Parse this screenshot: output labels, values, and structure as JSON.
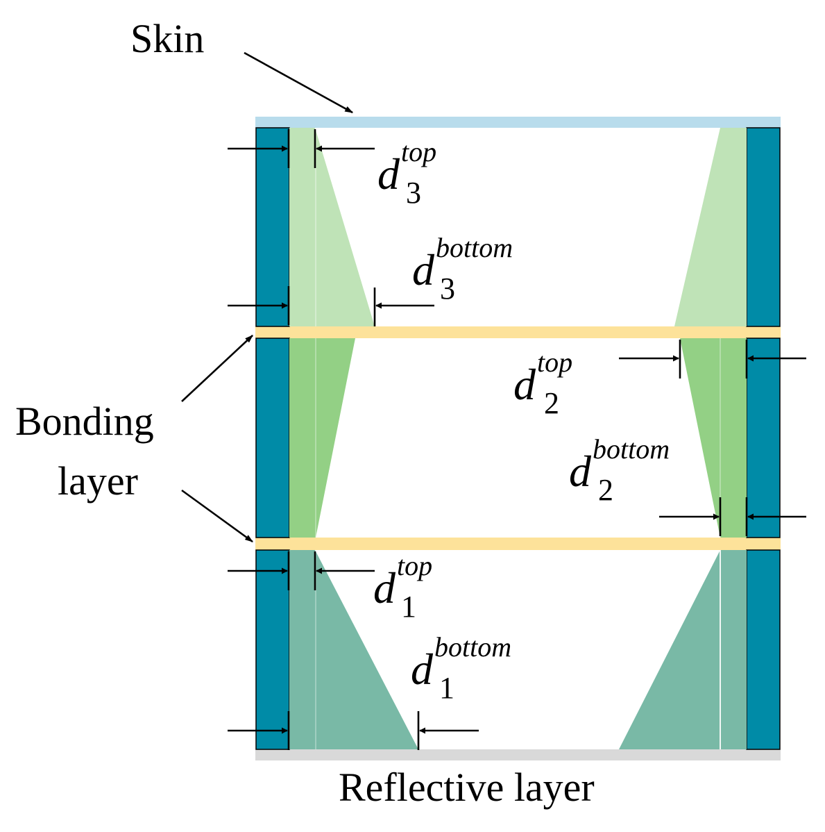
{
  "labels": {
    "skin": "Skin",
    "bonding_line1": "Bonding",
    "bonding_line2": "layer",
    "reflective": "Reflective layer"
  },
  "dimensions": {
    "d3_top": {
      "base": "d",
      "sup": "top",
      "sub": "3"
    },
    "d3_bottom": {
      "base": "d",
      "sup": "bottom",
      "sub": "3"
    },
    "d2_top": {
      "base": "d",
      "sup": "top",
      "sub": "2"
    },
    "d2_bottom": {
      "base": "d",
      "sup": "bottom",
      "sub": "2"
    },
    "d1_top": {
      "base": "d",
      "sup": "top",
      "sub": "1"
    },
    "d1_bottom": {
      "base": "d",
      "sup": "bottom",
      "sub": "1"
    }
  },
  "colors": {
    "skin": "#b8dcec",
    "wall": "#008ba7",
    "bonding": "#fde29a",
    "reflective": "#d9d9d9",
    "taper_layer3": "#bfe3b7",
    "taper_layer2": "#93d085",
    "taper_layer1": "#79b9a6"
  }
}
